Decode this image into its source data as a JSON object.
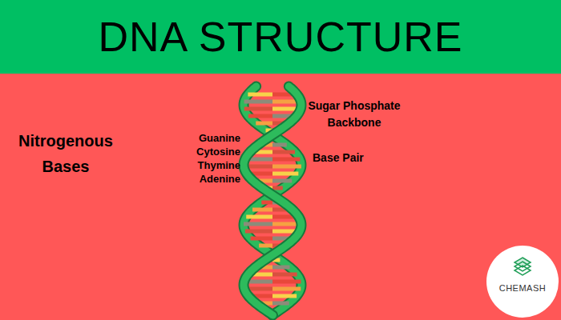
{
  "diagram": {
    "title": "DNA STRUCTURE",
    "nodes": [
      {
        "text": [
          "CHEMASH"
        ]
      }
    ],
    "labels": [
      "Nitrogenous Bases",
      "Guanine",
      "Cytosine",
      "Thymine",
      "Adenine",
      "Sugar Phosphate Backbone",
      "Base Pair"
    ]
  }
}
